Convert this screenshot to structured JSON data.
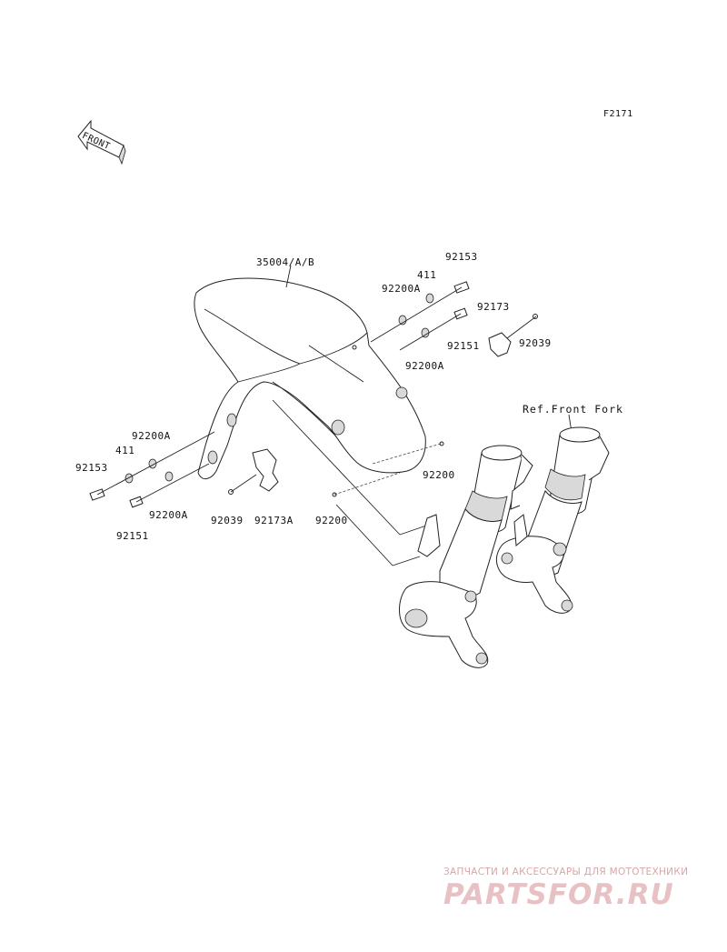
{
  "figure_code": "F2171",
  "front_arrow_text": "FRONT",
  "ref_label": "Ref.Front Fork",
  "callouts": {
    "fender": "35004/A/B",
    "bolt_right": "92153",
    "washer_right": "411",
    "washer_92200a_right_top": "92200A",
    "bracket_right": "92173",
    "bolt_92151_right": "92151",
    "screw_right": "92039",
    "washer_92200a_right_bottom": "92200A",
    "clip_right": "92200",
    "washer_92200a_left_top": "92200A",
    "washer_411_left": "411",
    "bolt_92153_left": "92153",
    "washer_92200a_left_bottom": "92200A",
    "bolt_92151_left": "92151",
    "screw_left": "92039",
    "bracket_left": "92173A",
    "clip_left": "92200"
  },
  "watermark": {
    "tagline": "ЗАПЧАСТИ И АКСЕССУАРЫ ДЛЯ МОТОТЕХНИКИ",
    "logo": "PARTSFOR.RU",
    "color": "#e7c1c3"
  }
}
